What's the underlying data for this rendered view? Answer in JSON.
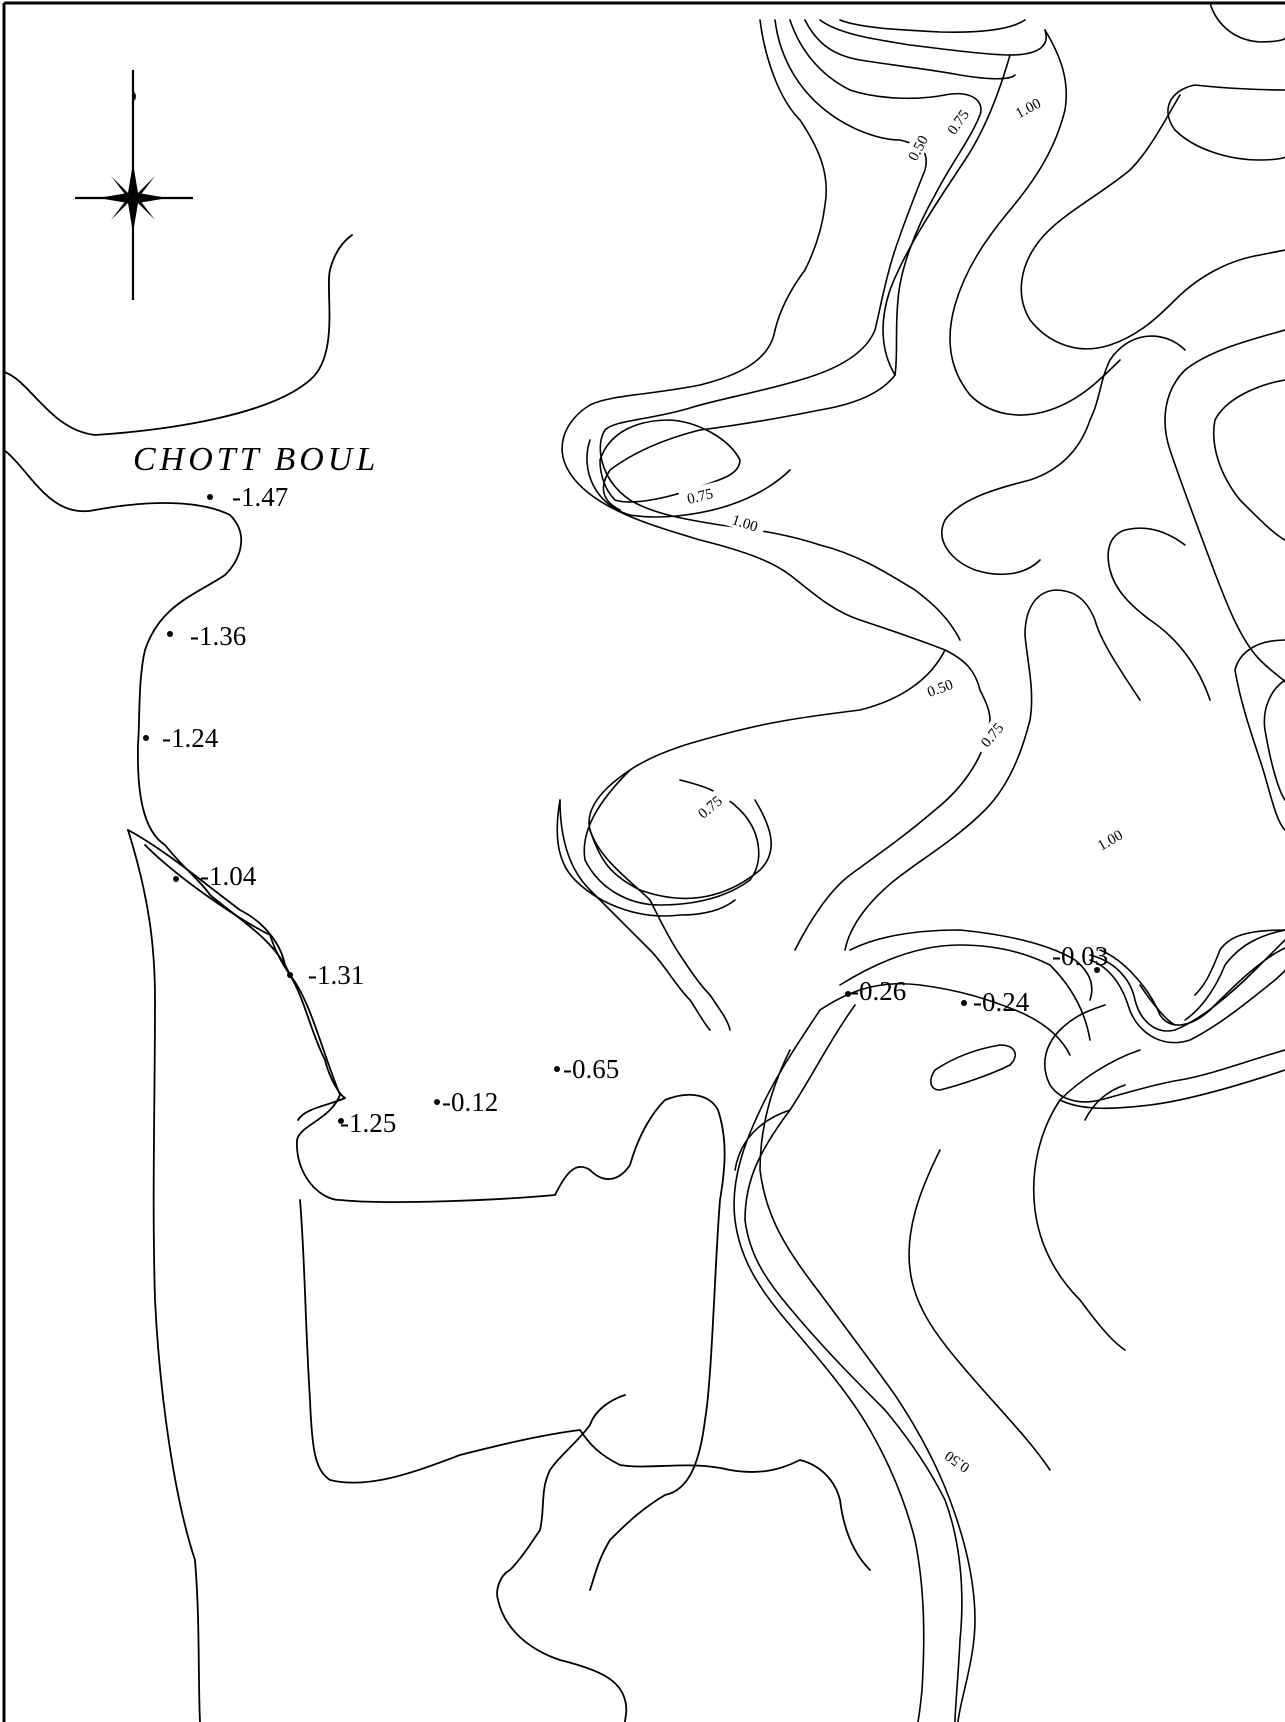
{
  "map": {
    "place_name": "CHOTT BOUL",
    "north_arrow_icon": "compass-rose-icon",
    "spot_elevations": [
      {
        "id": "p1",
        "value": "-1.47"
      },
      {
        "id": "p2",
        "value": "-1.36"
      },
      {
        "id": "p3",
        "value": "-1.24"
      },
      {
        "id": "p4",
        "value": "-1.04"
      },
      {
        "id": "p5",
        "value": "-1.31"
      },
      {
        "id": "p6",
        "value": "-1.25"
      },
      {
        "id": "p7",
        "value": "-0.12"
      },
      {
        "id": "p8",
        "value": "-0.65"
      },
      {
        "id": "p9",
        "value": "-0.26"
      },
      {
        "id": "p10",
        "value": "-0.24"
      },
      {
        "id": "p11",
        "value": "-0.03"
      }
    ],
    "contour_labels": [
      {
        "id": "c1",
        "value": "0.50"
      },
      {
        "id": "c2",
        "value": "0.75"
      },
      {
        "id": "c3",
        "value": "1.00"
      },
      {
        "id": "c4",
        "value": "0.75"
      },
      {
        "id": "c5",
        "value": "1.00"
      },
      {
        "id": "c6",
        "value": "0.50"
      },
      {
        "id": "c7",
        "value": "0.75"
      },
      {
        "id": "c8",
        "value": "0.75"
      },
      {
        "id": "c9",
        "value": "1.00"
      },
      {
        "id": "c10",
        "value": "0.50"
      }
    ]
  }
}
